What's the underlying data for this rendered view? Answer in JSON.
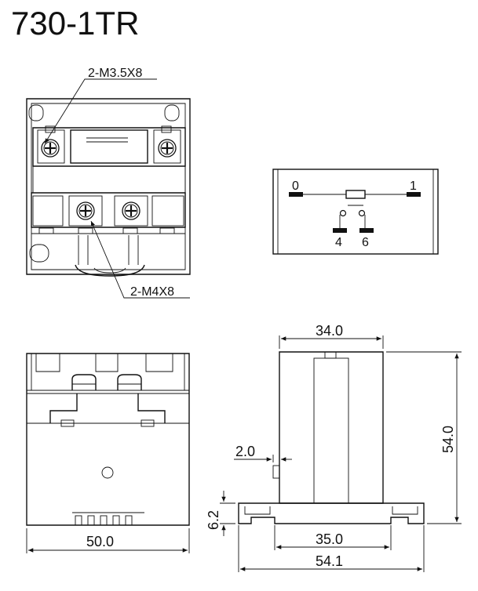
{
  "title": "730-1TR",
  "callouts": {
    "top_screws": "2-M3.5X8",
    "bottom_screws": "2-M4X8"
  },
  "schematic": {
    "terminal_0": "0",
    "terminal_1": "1",
    "terminal_4": "4",
    "terminal_6": "6"
  },
  "dimensions": {
    "front_width": "50.0",
    "side_top_width": "34.0",
    "side_height": "54.0",
    "tab_offset": "2.0",
    "base_height": "6.2",
    "base_inner_width": "35.0",
    "base_overall_width": "54.1"
  }
}
